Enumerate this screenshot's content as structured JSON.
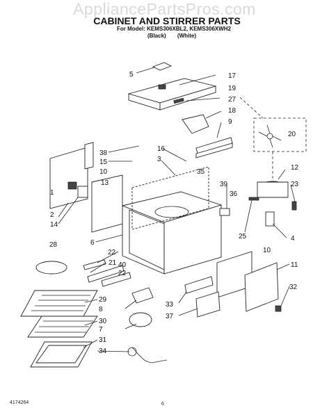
{
  "watermark": "AppliancePartsPros.com",
  "header": {
    "title": "CABINET AND STIRRER PARTS",
    "model_line": "For Model: KEMS306XBL2, KEMS306XWH2",
    "variant_black": "(Black)",
    "variant_white": "(White)"
  },
  "callouts": [
    "5",
    "17",
    "19",
    "27",
    "18",
    "9",
    "20",
    "38",
    "15",
    "10",
    "13",
    "16",
    "3",
    "35",
    "12",
    "23",
    "39",
    "36",
    "1",
    "2",
    "14",
    "25",
    "4",
    "28",
    "6",
    "22",
    "21",
    "40",
    "22",
    "10",
    "11",
    "32",
    "29",
    "8",
    "33",
    "37",
    "30",
    "7",
    "31",
    "34"
  ],
  "footer": {
    "doc_number": "4174264",
    "page_number": "6"
  }
}
